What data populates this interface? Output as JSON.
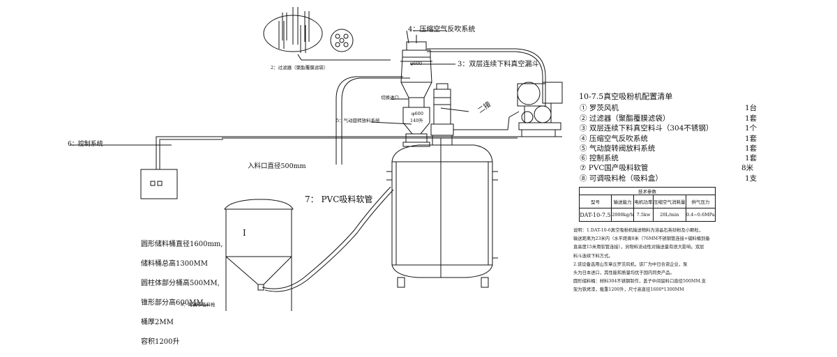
{
  "labels": {
    "l1_compressed_air": "4：压缩空气反吹系统",
    "l2_filter": "2：过滤器（聚酯覆膜滤袋）",
    "l3_hopper": "3：双层连续下料真空漏斗",
    "l5_valve": "5：气动旋转放料系统",
    "l6_control": "6：控制系统",
    "l7_hose": "7：   PVC吸料软管",
    "l8_gun": "8：可调节吸料枪",
    "inlet": "入料口直径500mm",
    "dia_top": "φ600",
    "dia_bottom": "φ600",
    "height_140": "140升",
    "connection": "二接",
    "feed_port": "切换进口",
    "tank_mark": "I"
  },
  "storage_spec": [
    "圆形储料桶直径1600mm,",
    "储料桶总高1300MM",
    "圆柱体部分桶高500MM,",
    "锥形部分高600MM",
    "桶厚2MM",
    "容积1200升"
  ],
  "config_list": {
    "title": "10-7.5真空吸粉机配置清单",
    "items": [
      {
        "text": "① 罗茨风机",
        "qty": "1台"
      },
      {
        "text": "② 过滤器（聚酯覆膜滤袋）",
        "qty": "1套"
      },
      {
        "text": "③ 双层连续下料真空料斗（304不锈钢）",
        "qty": "1个"
      },
      {
        "text": "④ 压缩空气反吹系统",
        "qty": "1套"
      },
      {
        "text": "⑤ 气动旋转阀放料系统",
        "qty": "1套"
      },
      {
        "text": "⑥ 控制系统",
        "qty": "1套"
      },
      {
        "text": "⑦ PVC国产吸料软管",
        "qty": "8米"
      },
      {
        "text": "⑧ 可调吸料枪（吸料盒）",
        "qty": "1支"
      }
    ]
  },
  "tech_table": {
    "title": "技术参数",
    "headers": [
      "型号",
      "输送能力",
      "电机功率",
      "压缩空气消耗量",
      "供气压力"
    ],
    "row": [
      "DAT-10-7.5",
      "2000kg/h",
      "7.5kw",
      "20L/min",
      "0.4~0.6MPa"
    ]
  },
  "notes": "说明：1.DAT-10-6真空吸粉机输送物料为溶晶石英砂粉及小颗粒，\n输送距离为23米内（水平距离8米（76MM不锈钢管连接+储料桶到备\n直高度15米用软管连接），另物料流动性对输送量有很大影响。双层\n料斗连续下料方式。\n      2.该设备选用山东章丘罗茨风机，该厂为中日合资企业，泵\n头为日本进口，其性能和质量均优于国内同类产品。\n圆形储料桶：材料304不锈钢制作，盖子中间留料口直径500MM.支\n架为铁烤漆，载重1200升，尺寸高直径1600*1300MM",
  "colors": {
    "line": "#111111",
    "paper": "#ffffff"
  }
}
